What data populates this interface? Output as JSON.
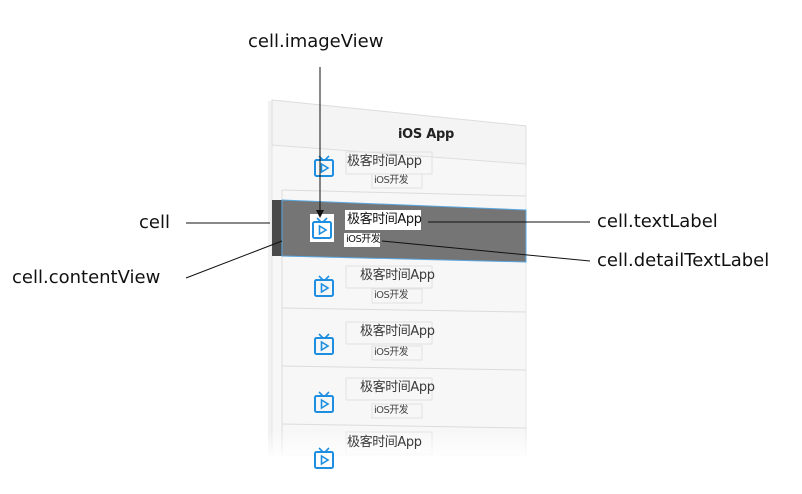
{
  "callouts": {
    "image_view": "cell.imageView",
    "cell": "cell",
    "content_view": "cell.contentView",
    "text_label": "cell.textLabel",
    "detail_text_label": "cell.detailTextLabel"
  },
  "nav_bar": {
    "title": "iOS App"
  },
  "rows": [
    {
      "title": "极客时间App",
      "detail": "iOS开发",
      "icon": "tv-play-icon"
    },
    {
      "title": "极客时间App",
      "detail": "iOS开发",
      "icon": "tv-play-icon",
      "highlighted": true
    },
    {
      "title": "极客时间App",
      "detail": "iOS开发",
      "icon": "tv-play-icon"
    },
    {
      "title": "极客时间App",
      "detail": "iOS开发",
      "icon": "tv-play-icon"
    },
    {
      "title": "极客时间App",
      "detail": "iOS开发",
      "icon": "tv-play-icon"
    },
    {
      "title": "极客时间App",
      "detail": "",
      "icon": "tv-play-icon"
    }
  ],
  "colors": {
    "icon_blue": "#1e8fe0",
    "highlight_cell": "#757575",
    "cell_edge": "#4a4a4a",
    "selection_outline": "#5aa8e0"
  }
}
